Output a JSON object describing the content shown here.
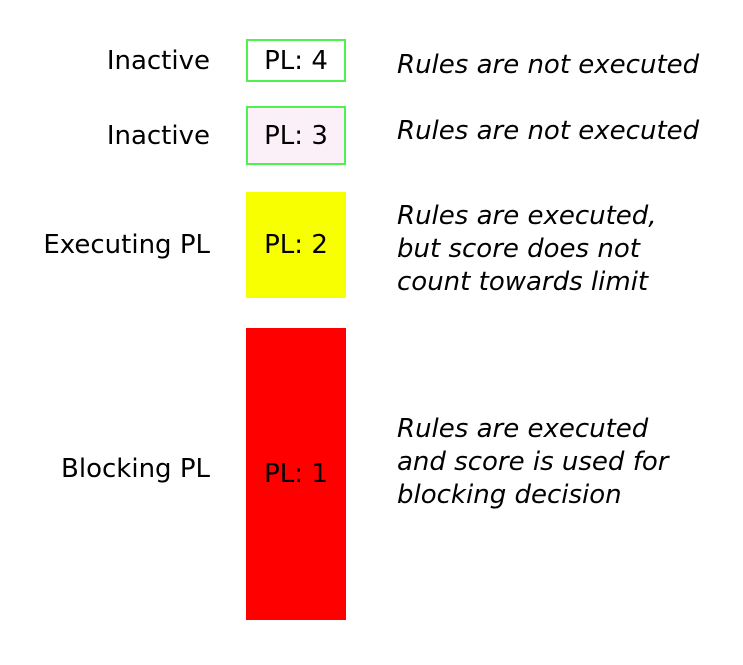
{
  "colors": {
    "text": "#000000",
    "border_green": "#50f050",
    "pl4_fill": "#ffffff",
    "pl3_fill": "#fcf0f8",
    "pl2_fill": "#f7ff00",
    "pl1_fill": "#ff0000"
  },
  "rows": [
    {
      "state_label": "Inactive",
      "box_text": "PL: 4",
      "description": "Rules are not executed"
    },
    {
      "state_label": "Inactive",
      "box_text": "PL: 3",
      "description": "Rules are not executed"
    },
    {
      "state_label": "Executing PL",
      "box_text": "PL: 2",
      "description": "Rules are executed,\nbut score does not\ncount towards limit"
    },
    {
      "state_label": "Blocking PL",
      "box_text": "PL: 1",
      "description": "Rules are executed\nand score is used for\nblocking decision"
    }
  ]
}
